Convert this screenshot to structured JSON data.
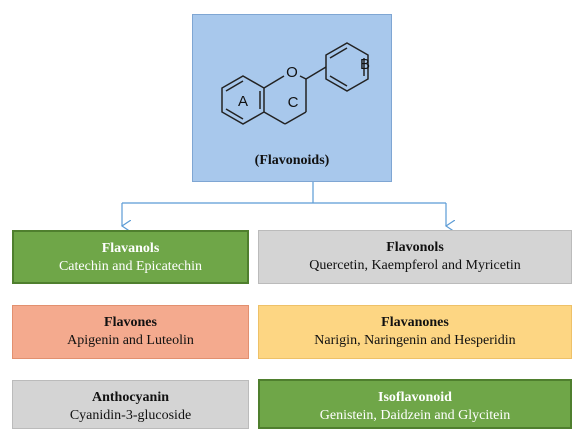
{
  "root": {
    "title": "(Flavonoids)",
    "ring_labels": {
      "a": "A",
      "b": "B",
      "c": "C",
      "oxygen": "O"
    }
  },
  "classes": [
    {
      "name": "Flavanols",
      "examples": "Catechin and Epicatechin",
      "color": "#6fa648"
    },
    {
      "name": "Flavonols",
      "examples": "Quercetin, Kaempferol and Myricetin",
      "color": "#d4d4d4"
    },
    {
      "name": "Flavones",
      "examples": "Apigenin and Luteolin",
      "color": "#f4aa8e"
    },
    {
      "name": "Flavanones",
      "examples": "Narigin, Naringenin and Hesperidin",
      "color": "#fdd683"
    },
    {
      "name": "Anthocyanin",
      "examples": "Cyanidin-3-glucoside",
      "color": "#d4d4d4"
    },
    {
      "name": "Isoflavonoid",
      "examples": "Genistein, Daidzein and Glycitein",
      "color": "#6fa648"
    }
  ],
  "colors": {
    "root_fill": "#a8c8ec",
    "connector": "#5b9bd5"
  }
}
